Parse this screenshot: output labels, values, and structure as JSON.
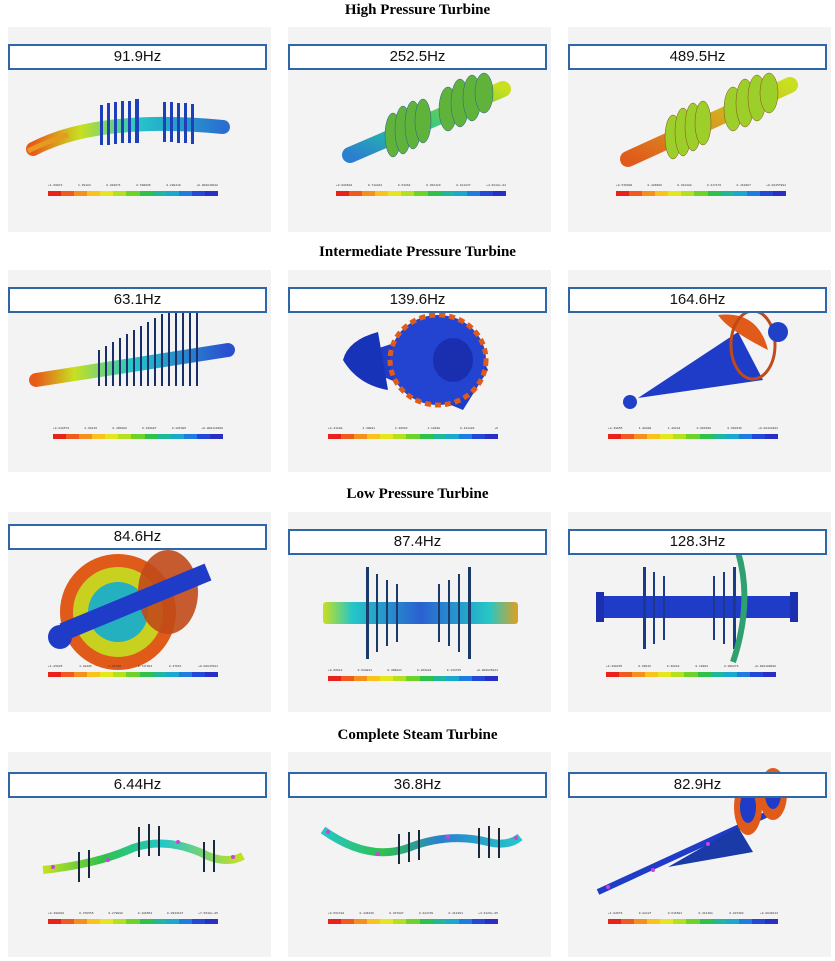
{
  "sections": [
    {
      "title": "High Pressure Turbine",
      "modes": [
        {
          "frequency": "91.9Hz",
          "legend_ticks": [
            "+1.60972",
            "1.39183",
            "0.893671",
            "0.596095",
            "0.298219",
            "+0.000043628"
          ]
        },
        {
          "frequency": "252.5Hz",
          "legend_ticks": [
            "+0.986604",
            "0.718812",
            "0.54362",
            "0.362429",
            "0.181237",
            "+4.6818e-04"
          ]
        },
        {
          "frequency": "489.5Hz",
          "legend_ticks": [
            "+0.535000",
            "0.429996",
            "0.322488",
            "0.217176",
            "0.110967",
            "+0.00457994"
          ]
        }
      ]
    },
    {
      "title": "Intermediate Pressure Turbine",
      "modes": [
        {
          "frequency": "63.1Hz",
          "legend_ticks": [
            "+0.826572",
            "0.66129",
            "0.495909",
            "0.330607",
            "0.165405",
            "+0.000112960"
          ]
        },
        {
          "frequency": "139.6Hz",
          "legend_ticks": [
            "+4.41188",
            "3.30891",
            "2.20594",
            "1.10298",
            "0.441188",
            "+0"
          ]
        },
        {
          "frequency": "164.6Hz",
          "legend_ticks": [
            "+2.49055",
            "1.99808",
            "1.49244",
            "0.996398",
            "0.500335",
            "+0.00424262"
          ]
        }
      ]
    },
    {
      "title": "Low Pressure Turbine",
      "modes": [
        {
          "frequency": "84.6Hz",
          "legend_ticks": [
            "+1.85045",
            "1.48485",
            "1.11786",
            "0.747304",
            "0.37667",
            "+0.00647081"
          ]
        },
        {
          "frequency": "87.4Hz",
          "legend_ticks": [
            "+0.66612",
            "0.528821",
            "0.399021",
            "0.266824",
            "0.133725",
            "+0.000625824"
          ]
        },
        {
          "frequency": "128.3Hz",
          "legend_ticks": [
            "+0.499335",
            "0.39933",
            "0.30032",
            "0.19983",
            "0.099276",
            "+0.000100098"
          ]
        }
      ]
    },
    {
      "title": "Complete Steam Turbine",
      "modes": [
        {
          "frequency": "6.44Hz",
          "legend_ticks": [
            "+0.499301",
            "0.379555",
            "0.279008",
            "0.186563",
            "0.0933107",
            "+7.6548e-05"
          ]
        },
        {
          "frequency": "36.8Hz",
          "legend_ticks": [
            "+0.561782",
            "0.449436",
            "0.337087",
            "0.224738",
            "0.112391",
            "+4.3126e-05"
          ]
        },
        {
          "frequency": "82.9Hz",
          "legend_ticks": [
            "+1.02576",
            "0.82127",
            "0.616581",
            "0.411391",
            "0.207302",
            "+0.0039113"
          ]
        }
      ]
    }
  ],
  "colors": {
    "frequency_box_border": "#2e66a8",
    "legend_scale": [
      "#e8211b",
      "#ef5a1e",
      "#f5901f",
      "#f8c21f",
      "#e6e61f",
      "#b4e01f",
      "#6fd22a",
      "#2fc24b",
      "#1fb79a",
      "#1aa8cf",
      "#1f7ce0",
      "#2348d8",
      "#2a2fc4"
    ]
  }
}
